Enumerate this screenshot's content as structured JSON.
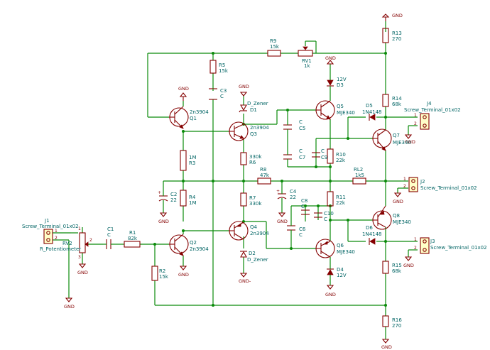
{
  "components": {
    "R9": {
      "ref": "R9",
      "value": "15k"
    },
    "RV1": {
      "ref": "RV1",
      "value": "1k"
    },
    "R5": {
      "ref": "R5",
      "value": "15k"
    },
    "C3": {
      "ref": "C3",
      "value": "C"
    },
    "Q1": {
      "ref": "Q1",
      "value": "2n3904"
    },
    "D_Zener_top": {
      "ref": "D1",
      "value": "D_Zener"
    },
    "Q3": {
      "ref": "Q3",
      "value": "2n3904"
    },
    "Q5": {
      "ref": "Q5",
      "value": "MJE340"
    },
    "D3": {
      "ref": "D3",
      "value": "12V"
    },
    "R13": {
      "ref": "R13",
      "value": "270"
    },
    "R14": {
      "ref": "R14",
      "value": "68k"
    },
    "D5": {
      "ref": "D5",
      "value": "1N4148"
    },
    "J4": {
      "ref": "J4",
      "value": "Screw_Terminal_01x02"
    },
    "Q7": {
      "ref": "Q7",
      "value": "MJE340"
    },
    "C5": {
      "ref": "C5",
      "value": "C"
    },
    "C7": {
      "ref": "C7",
      "value": "C"
    },
    "C9": {
      "ref": "C9",
      "value": "C"
    },
    "R10": {
      "ref": "R10",
      "value": "22k"
    },
    "R1M": {
      "ref": "R3",
      "value": "1M"
    },
    "R6": {
      "ref": "R6",
      "value": "330k"
    },
    "R8": {
      "ref": "R8",
      "value": "47k"
    },
    "RL2": {
      "ref": "RL2",
      "value": "1k5"
    },
    "J2": {
      "ref": "J2",
      "value": "Screw_Terminal_01x02"
    },
    "C2": {
      "ref": "C2",
      "value": "22"
    },
    "R4": {
      "ref": "R4",
      "value": "1M"
    },
    "R7": {
      "ref": "R7",
      "value": "330k"
    },
    "C4": {
      "ref": "C4",
      "value": "22"
    },
    "C8": {
      "ref": "C8",
      "value": "C"
    },
    "C10": {
      "ref": "C10",
      "value": "C"
    },
    "R11": {
      "ref": "R11",
      "value": "22k"
    },
    "Q8": {
      "ref": "Q8",
      "value": "MJE340"
    },
    "J1": {
      "ref": "J1",
      "value": "Screw_Terminal_01x02"
    },
    "RV2": {
      "ref": "RV2",
      "value": "R_Potentiometer"
    },
    "C1": {
      "ref": "C1",
      "value": "C"
    },
    "R1": {
      "ref": "R1",
      "value": "82k"
    },
    "Q2": {
      "ref": "Q2",
      "value": "2n3904"
    },
    "Q4": {
      "ref": "Q4",
      "value": "2n3904"
    },
    "C6": {
      "ref": "C6",
      "value": "C"
    },
    "D6": {
      "ref": "D6",
      "value": "1N4148"
    },
    "J3": {
      "ref": "J3",
      "value": "Screw_Terminal_01x02"
    },
    "Q6": {
      "ref": "Q6",
      "value": "MJE340"
    },
    "D4": {
      "ref": "D4",
      "value": "12V"
    },
    "D_Zener_bot": {
      "ref": "D2",
      "value": "D_Zener"
    },
    "R2": {
      "ref": "R2",
      "value": "15k"
    },
    "R15": {
      "ref": "R15",
      "value": "68k"
    },
    "R16": {
      "ref": "R16",
      "value": "270"
    }
  },
  "power": {
    "gnd": "GND",
    "gnd_neg": "GND-"
  }
}
